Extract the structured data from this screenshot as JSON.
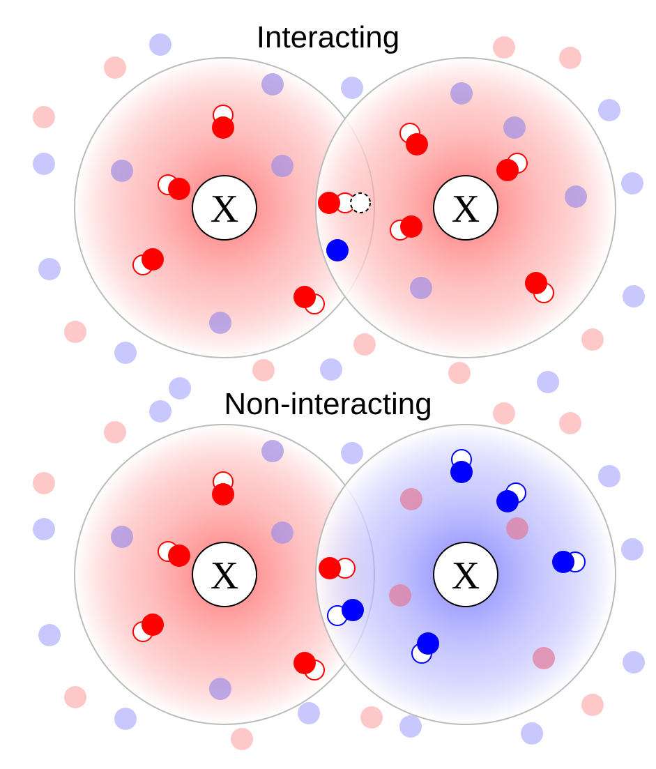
{
  "panels": [
    {
      "title": "Interacting",
      "center_label": "X"
    },
    {
      "title": "Non-interacting",
      "center_label": "X"
    }
  ],
  "colors": {
    "red_ion": "#ff0000",
    "blue_ion": "#0000ff",
    "red_faded": "#ffc8c8",
    "blue_faded": "#c8c8ff",
    "sphere_outline": "#bbbbbb"
  }
}
